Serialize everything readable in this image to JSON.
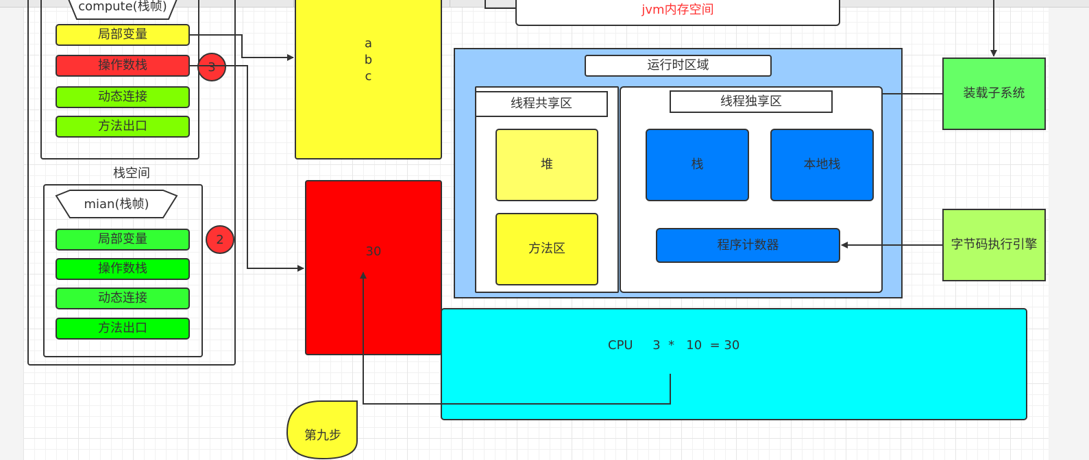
{
  "diagram": {
    "top_frame": {
      "label": "jvm内存空间"
    },
    "compute_frame": {
      "title": "compute(栈帧)",
      "items": [
        "局部变量",
        "操作数栈",
        "动态连接",
        "方法出口"
      ],
      "marker": "3"
    },
    "stack_space_label": "栈空间",
    "main_frame": {
      "title": "mian(栈帧)",
      "items": [
        "局部变量",
        "操作数栈",
        "动态连接",
        "方法出口"
      ],
      "marker": "2"
    },
    "abc_box": {
      "lines": [
        "a",
        "b",
        "c"
      ]
    },
    "value_box": {
      "label": "30"
    },
    "runtime_area": {
      "title": "运行时区域",
      "shared": {
        "title": "线程共享区",
        "heap": "堆",
        "method_area": "方法区"
      },
      "private": {
        "title": "线程独享区",
        "stack": "栈",
        "native_stack": "本地栈",
        "pc": "程序计数器"
      }
    },
    "loader": {
      "label": "装载子系统"
    },
    "engine": {
      "label": "字节码执行引擎"
    },
    "cpu": {
      "label": "CPU     3  *   10  = 30"
    },
    "step": {
      "label": "第九步"
    }
  },
  "colors": {
    "yellow": "#ffff33",
    "light_yellow": "#ffff66",
    "red": "#ff3333",
    "pure_red": "#ff0000",
    "green": "#33ff33",
    "bright_green": "#00ff00",
    "lime": "#80ff00",
    "runtime_blue": "#99ccff",
    "block_blue": "#007fff",
    "loader_green": "#66ff66",
    "engine_green": "#b3ff66",
    "cyan": "#00ffff",
    "top_label_red": "#ff3333"
  }
}
